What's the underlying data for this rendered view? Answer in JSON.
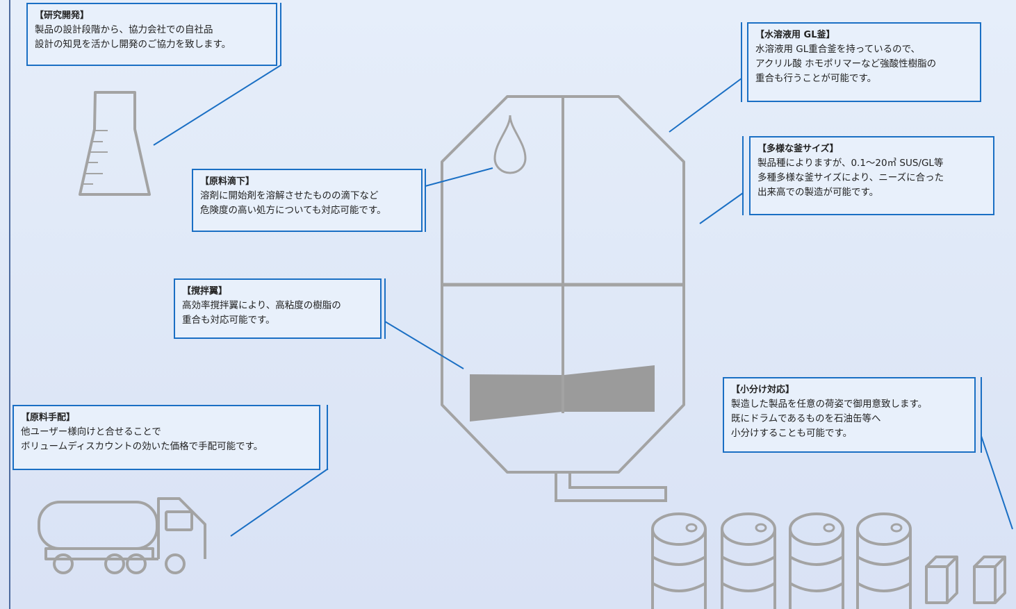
{
  "colors": {
    "accent": "#1a6fc4",
    "equipment": "#a3a3a3",
    "paddle": "#9b9b9b",
    "background": "#e2eaf8"
  },
  "icons": [
    "flask-icon",
    "droplet-icon",
    "reactor-vessel-icon",
    "agitator-paddle-icon",
    "tanker-truck-icon",
    "drum-icon",
    "small-box-icon"
  ],
  "callouts": {
    "research": {
      "title": "【研究開発】",
      "lines": [
        "製品の設計段階から、協力会社での自社品",
        "設計の知見を活かし開発のご協力を致します。"
      ]
    },
    "aqueous_gl": {
      "title": "【水溶液用 GL釜】",
      "lines": [
        "水溶液用 GL重合釜を持っているので、",
        "アクリル酸 ホモポリマーなど強酸性樹脂の",
        "重合も行うことが可能です。"
      ]
    },
    "sizes": {
      "title": "【多様な釜サイズ】",
      "lines": [
        "製品種によりますが、0.1～20㎥ SUS/GL等",
        "多種多様な釜サイズにより、ニーズに合った",
        "出来高での製造が可能です。"
      ]
    },
    "dropping": {
      "title": "【原料滴下】",
      "lines": [
        "溶剤に開始剤を溶解させたものの滴下など",
        "危険度の高い処方についても対応可能です。"
      ]
    },
    "agitator": {
      "title": "【撹拌翼】",
      "lines": [
        "高効率撹拌翼により、高粘度の樹脂の",
        "重合も対応可能です。"
      ]
    },
    "procurement": {
      "title": "【原料手配】",
      "lines": [
        "他ユーザー様向けと合せることで",
        "ボリュームディスカウントの効いた価格で手配可能です。"
      ]
    },
    "subdivide": {
      "title": "【小分け対応】",
      "lines": [
        "製造した製品を任意の荷姿で御用意致します。",
        "既にドラムであるものを石油缶等へ",
        "小分けすることも可能です。"
      ]
    }
  }
}
